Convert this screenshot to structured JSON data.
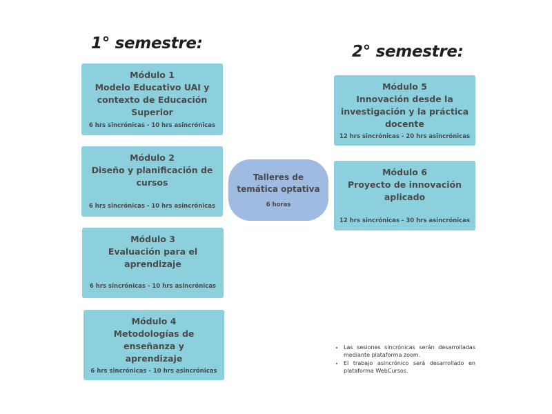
{
  "headings": {
    "first_semester": "1° semestre:",
    "second_semester": "2° semestre:"
  },
  "modules": [
    {
      "title_lines": [
        "Módulo 1",
        "Modelo Educativo UAI y",
        "contexto de Educación",
        "Superior"
      ],
      "hours": "6 hrs sincrónicas - 10 hrs asincrónicas"
    },
    {
      "title_lines": [
        "Módulo 2",
        "Diseño y planificación de",
        "cursos"
      ],
      "hours": "6 hrs sincrónicas - 10 hrs asincrónicas"
    },
    {
      "title_lines": [
        "Módulo 3",
        "Evaluación para el",
        "aprendizaje"
      ],
      "hours": "6 hrs sincrónicas - 10 hrs asincrónicas"
    },
    {
      "title_lines": [
        "Módulo 4",
        "Metodologías de enseñanza y",
        "aprendizaje"
      ],
      "hours": "6 hrs sincrónicas - 10 hrs asincrónicas"
    },
    {
      "title_lines": [
        "Módulo 5",
        "Innovación desde la",
        "investigación y la práctica",
        "docente"
      ],
      "hours": "12 hrs sincrónicas - 20 hrs asincrónicas"
    },
    {
      "title_lines": [
        "Módulo 6",
        "Proyecto de innovación",
        "aplicado"
      ],
      "hours": "12 hrs sincrónicas - 30 hrs asincrónicas"
    }
  ],
  "workshop": {
    "title_lines": [
      "Talleres de",
      "temática optativa"
    ],
    "hours": "6 horas"
  },
  "notes": [
    "Las sesiones sincrónicas serán desarrolladas mediante plataforma zoom.",
    "El trabajo asincrónico será desarrollado en plataforma WebCursos."
  ],
  "colors": {
    "module_box": "#8bd0dc",
    "workshop_pill": "#9fbbe2",
    "text": "#4a4a4a",
    "heading": "#1f1f1f"
  }
}
